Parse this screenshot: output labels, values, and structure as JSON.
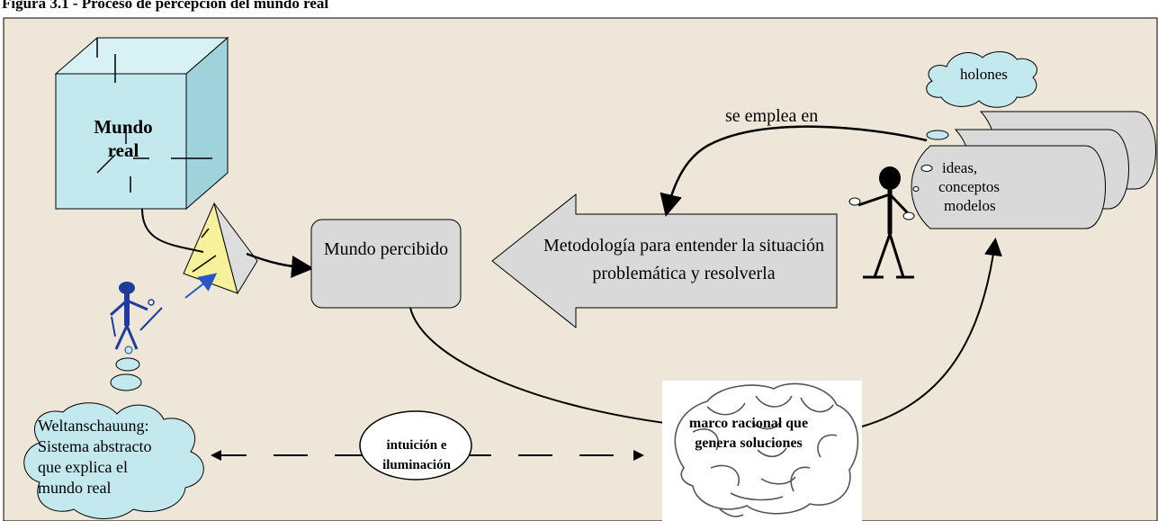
{
  "caption": "Figura 3.1 - Proceso de percepción del mundo real",
  "boxes": {
    "mundo_real": "Mundo real",
    "mundo_percibido": "Mundo percibido",
    "metodologia": "Metodología para entender la situación problemática y resolverla"
  },
  "labels": {
    "se_emplea_en": "se emplea en",
    "holones": "holones",
    "ideas": [
      "ideas,",
      "conceptos",
      "modelos"
    ],
    "weltanschauung": [
      "Weltanschauung:",
      "Sistema abstracto",
      "que explica el",
      "mundo real"
    ],
    "intuicion": "intuición e iluminación",
    "marco_racional": "marco racional que genera soluciones"
  },
  "colors": {
    "panel_background": "#ede6d9",
    "cube_fill": "#c3e8ee",
    "pyramid_fill": "#f7f19c",
    "grey_shapes": "#d9d9d9",
    "figure_blue": "#1f3c9b",
    "cloud_fill": "#c3e8ee"
  }
}
